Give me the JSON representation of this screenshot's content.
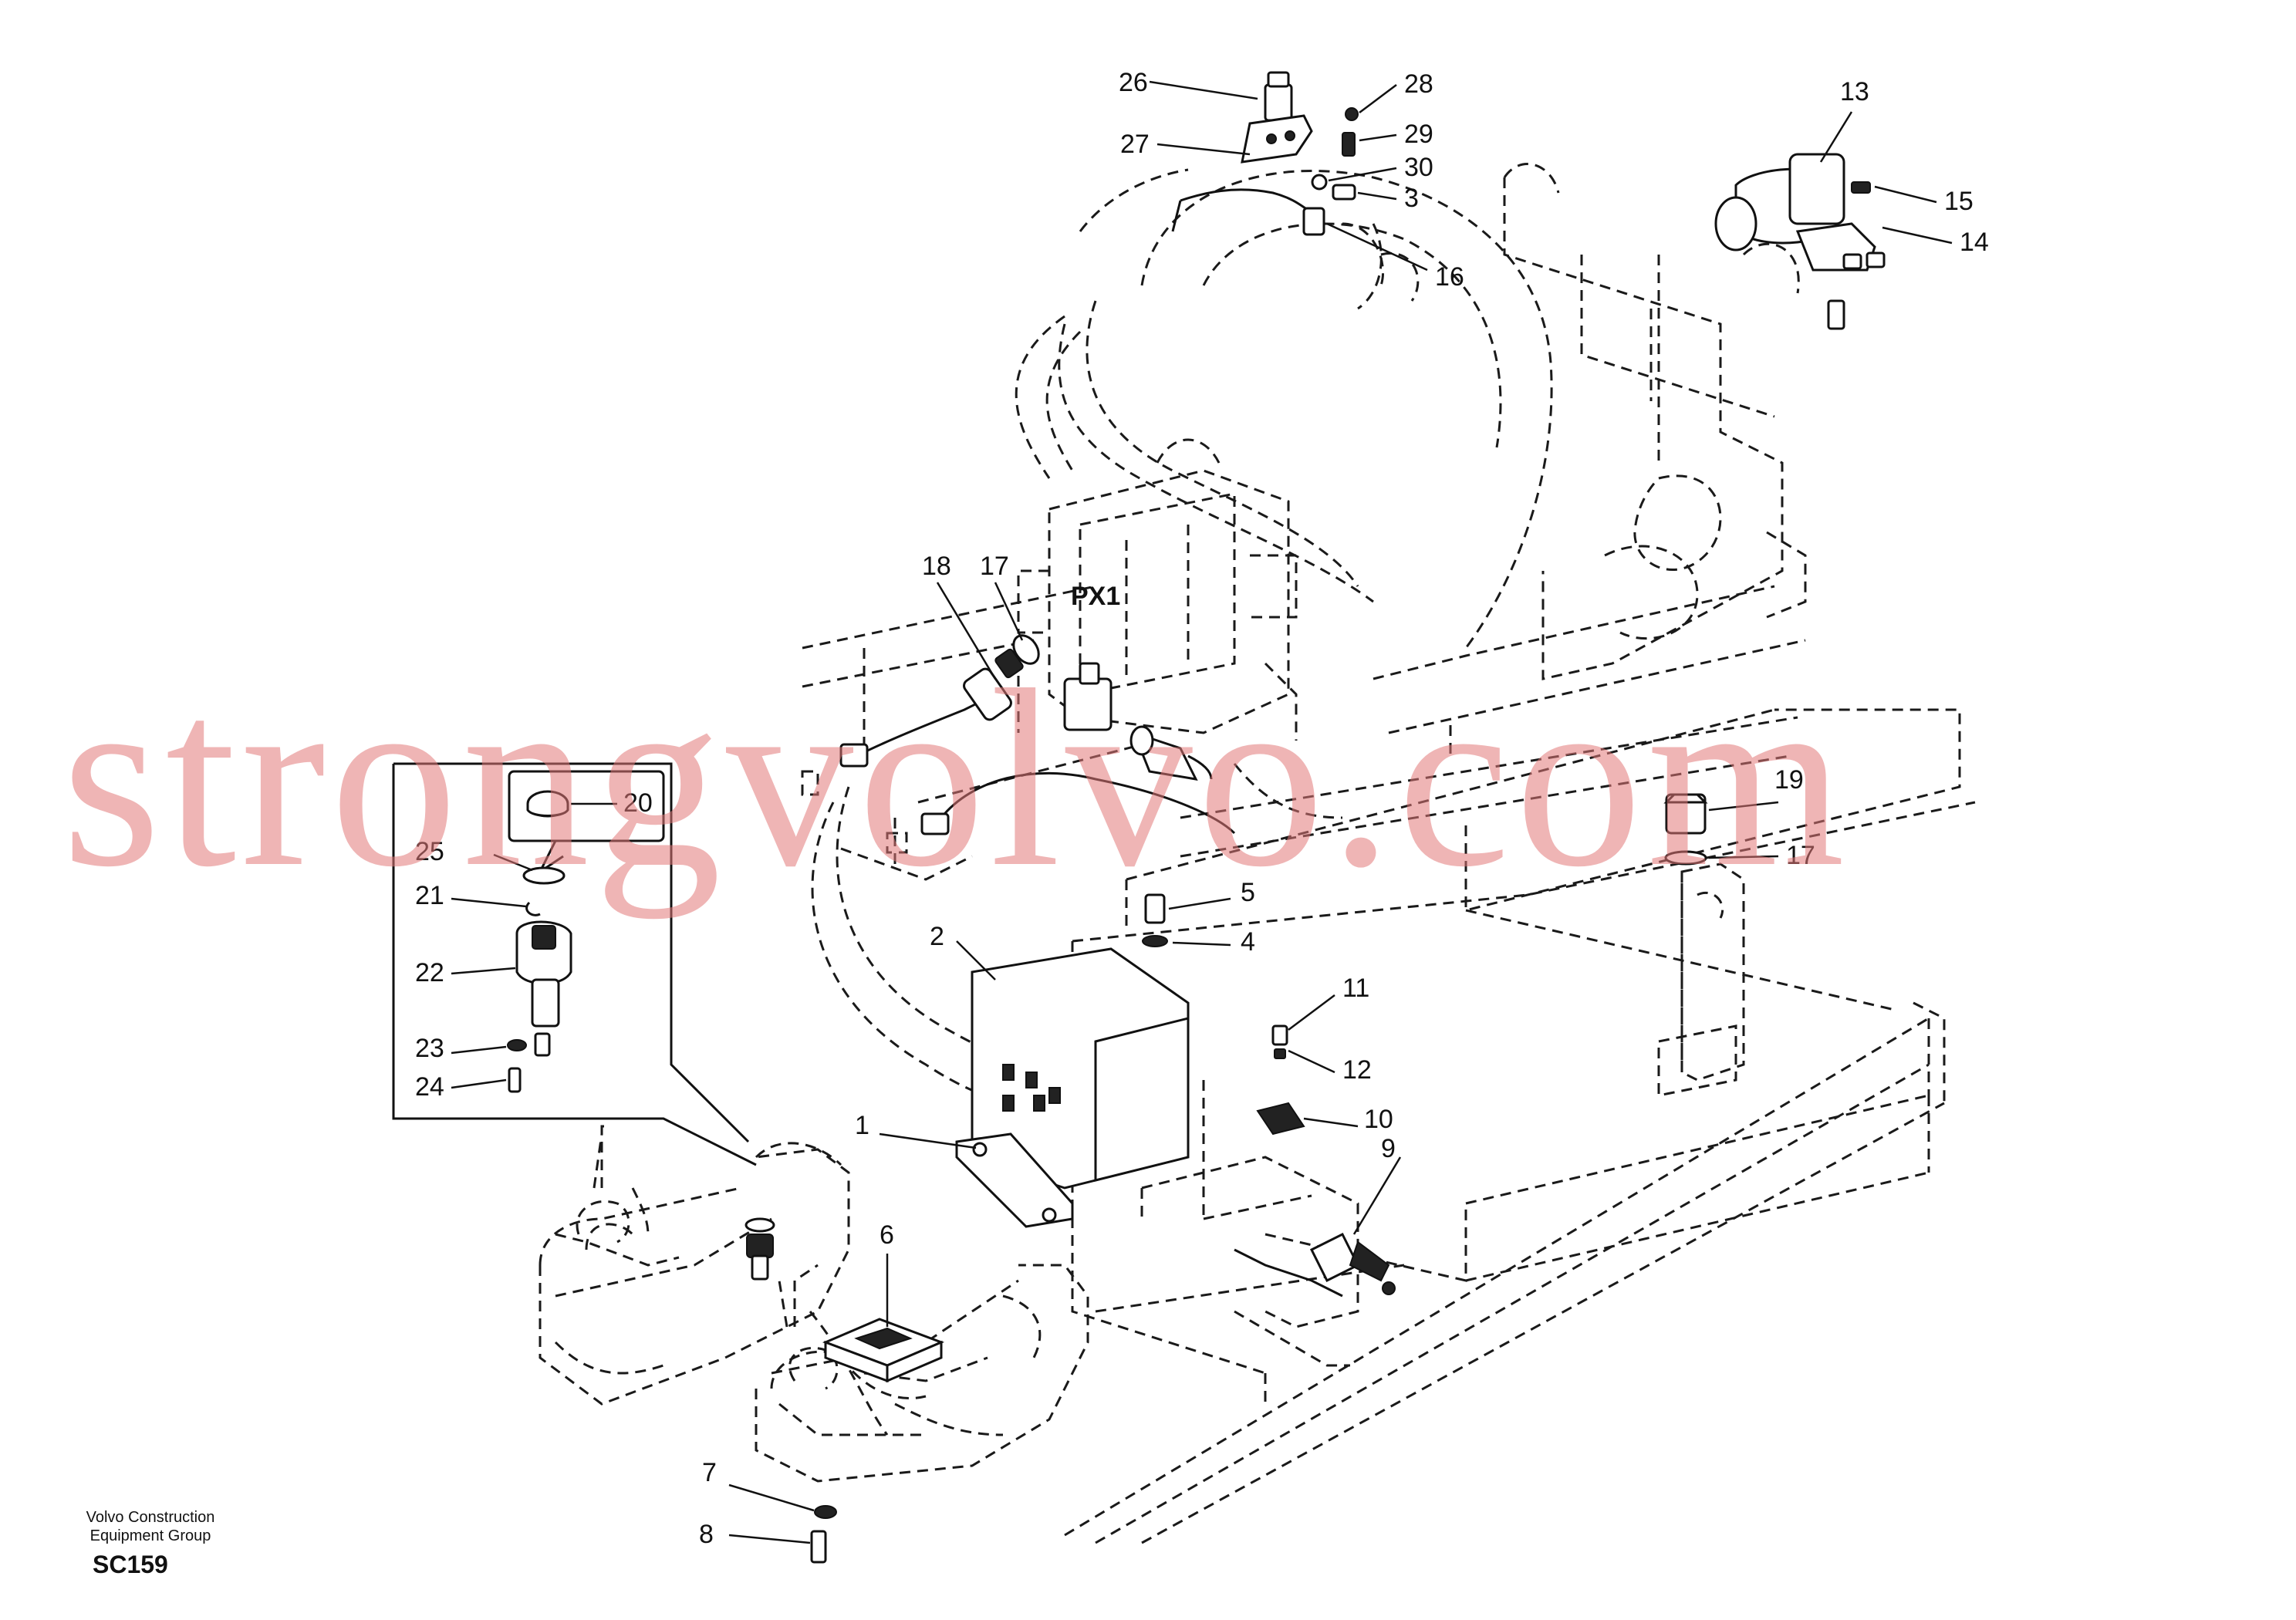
{
  "labels": {
    "l1": "1",
    "l2": "2",
    "l3": "3",
    "l4": "4",
    "l5": "5",
    "l6": "6",
    "l7": "7",
    "l8": "8",
    "l9": "9",
    "l10": "10",
    "l11": "11",
    "l12": "12",
    "l13": "13",
    "l14": "14",
    "l15": "15",
    "l16": "16",
    "l17a": "17",
    "l17b": "17",
    "l18": "18",
    "l19": "19",
    "l20": "20",
    "l21": "21",
    "l22": "22",
    "l23": "23",
    "l24": "24",
    "l25": "25",
    "l26": "26",
    "l27": "27",
    "l28": "28",
    "l29": "29",
    "l30": "30"
  },
  "port_label": "PX1",
  "watermark": "strongvolvo.com",
  "credit_line1": "Volvo Construction",
  "credit_line2": "Equipment Group",
  "drawing_code": "SC159"
}
